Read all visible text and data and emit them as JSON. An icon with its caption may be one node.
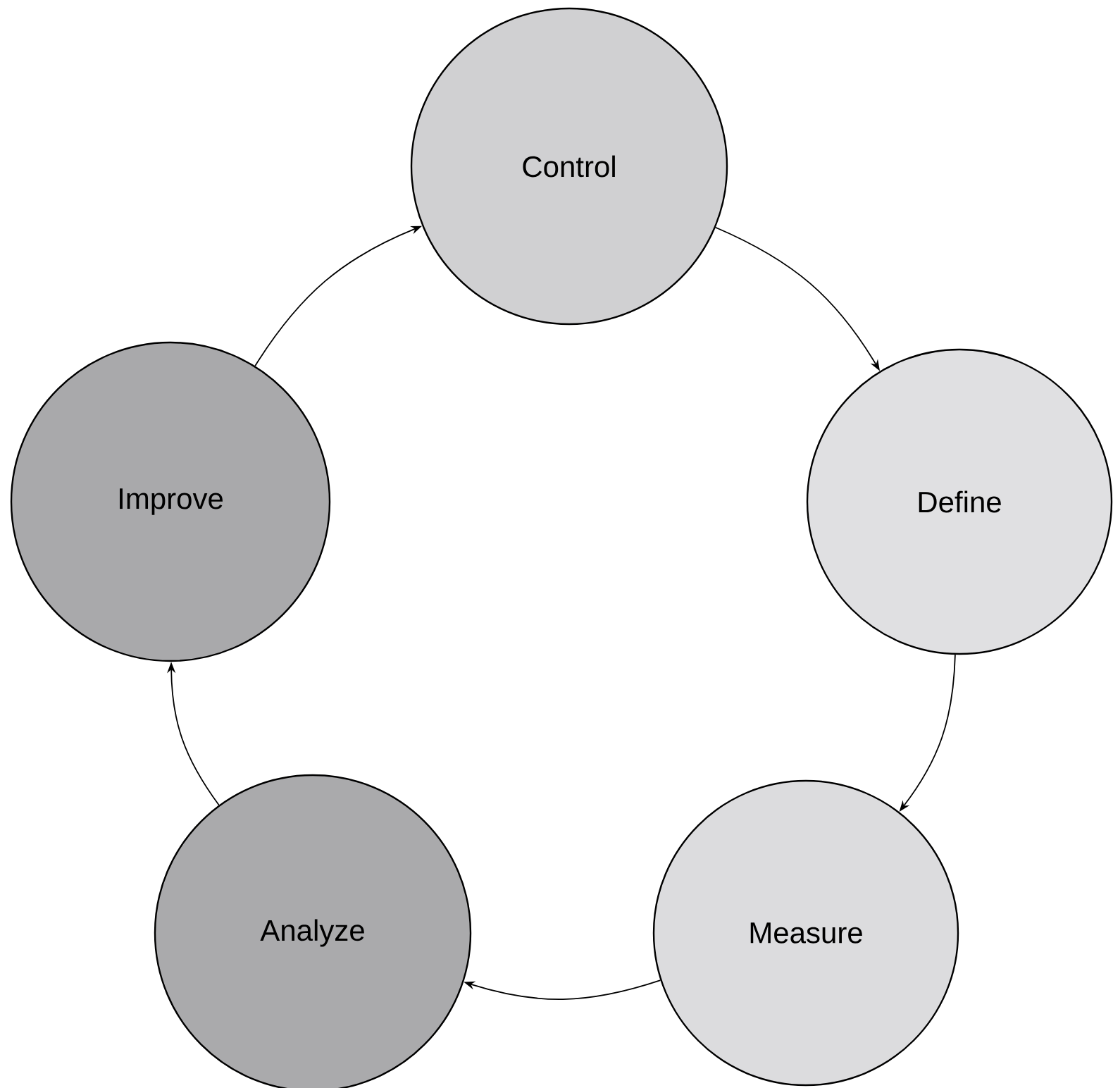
{
  "diagram": {
    "nodes": [
      {
        "text": [
          "Control"
        ]
      },
      {
        "text": [
          "Define"
        ]
      },
      {
        "text": [
          "Measure"
        ]
      },
      {
        "text": [
          "Analyze"
        ]
      },
      {
        "text": [
          "Improve"
        ]
      }
    ],
    "edges": [
      {
        "from": 0,
        "to": 1,
        "arrow": "to"
      },
      {
        "from": 1,
        "to": 2,
        "arrow": "to"
      },
      {
        "from": 2,
        "to": 3,
        "arrow": "to"
      },
      {
        "from": 3,
        "to": 4,
        "arrow": "to"
      },
      {
        "from": 4,
        "to": 0,
        "arrow": "to"
      }
    ]
  }
}
